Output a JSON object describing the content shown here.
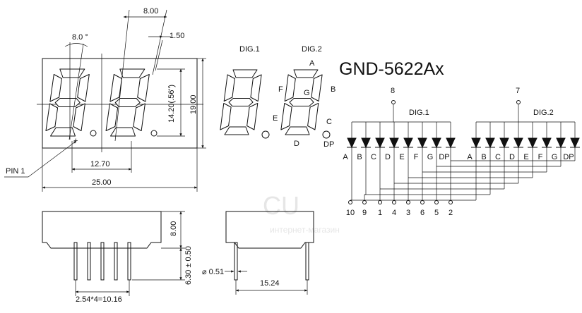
{
  "drawing": {
    "dim_pitch": "8.00",
    "dim_slant": "8.0 °",
    "dim_seg_width": "1.50",
    "dim_char_height": "14.20(.56\")",
    "dim_height": "19.00",
    "dim_digit_spacing": "12.70",
    "dim_width": "25.00",
    "pin1_label": "PIN 1",
    "dim_depth": "8.00",
    "dim_pin_length": "6.30 ± 0.50",
    "dim_pin_pitch": "2.54*4=10.16",
    "dim_pin_diameter": "⌀ 0.51",
    "dim_row_spacing": "15.24",
    "watermark_main": "CU",
    "watermark_sub": "интернет-магазин"
  },
  "legend": {
    "dig1_label": "DIG.1",
    "dig2_label": "DIG.2",
    "segments": {
      "a": "A",
      "b": "B",
      "c": "C",
      "d": "D",
      "e": "E",
      "f": "F",
      "g": "G",
      "dp": "DP"
    }
  },
  "part_number": "GND-5622Ax",
  "schematic": {
    "common1": {
      "pin": "8",
      "label": "DIG.1"
    },
    "common2": {
      "pin": "7",
      "label": "DIG.2"
    },
    "group1": [
      "A",
      "B",
      "C",
      "D",
      "E",
      "F",
      "G",
      "DP"
    ],
    "group2": [
      "A",
      "B",
      "C",
      "D",
      "E",
      "F",
      "G",
      "DP"
    ],
    "bottom_pins": [
      "10",
      "9",
      "1",
      "4",
      "3",
      "6",
      "5",
      "2"
    ]
  }
}
